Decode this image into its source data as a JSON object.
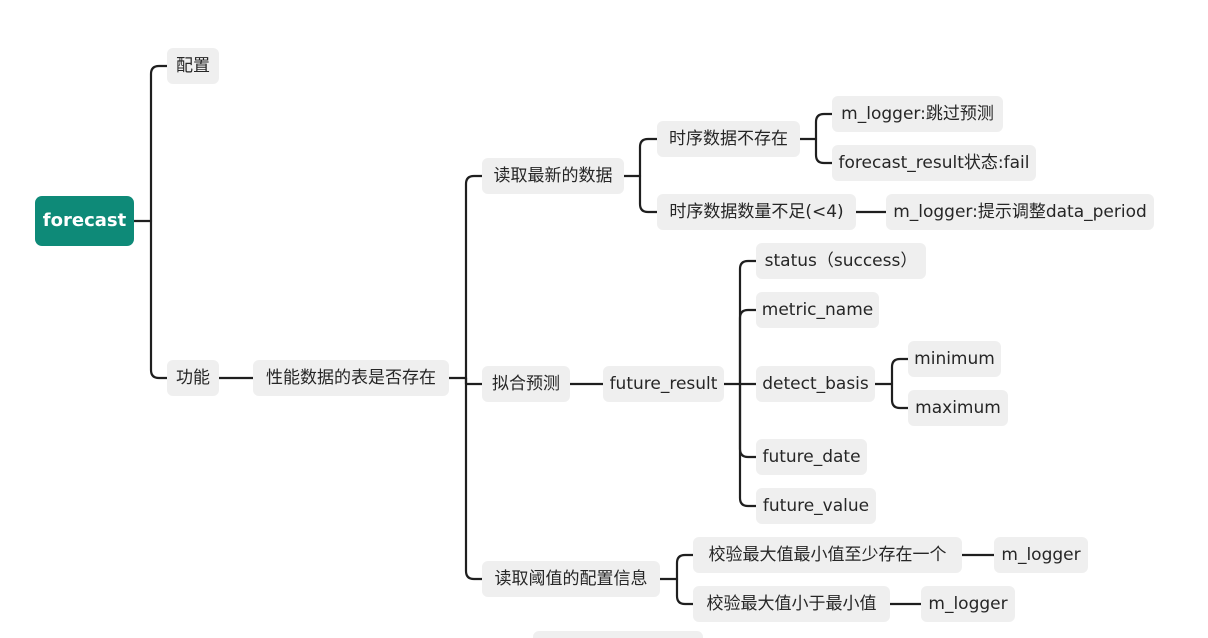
{
  "mindmap": {
    "root": {
      "label": "forecast"
    },
    "config": {
      "label": "配置"
    },
    "func": {
      "label": "功能"
    },
    "table_exists": {
      "label": "性能数据的表是否存在"
    },
    "read_latest": {
      "label": "读取最新的数据"
    },
    "ts_not_exist": {
      "label": "时序数据不存在"
    },
    "skip_predict": {
      "label": "m_logger:跳过预测"
    },
    "result_fail": {
      "label": "forecast_result状态:fail"
    },
    "ts_insufficient": {
      "label": "时序数据数量不足(<4)"
    },
    "hint_period": {
      "label": "m_logger:提示调整data_period"
    },
    "fit_predict": {
      "label": "拟合预测"
    },
    "future_result": {
      "label": "future_result"
    },
    "status": {
      "label": "status（success）"
    },
    "metric_name": {
      "label": "metric_name"
    },
    "detect_basis": {
      "label": "detect_basis"
    },
    "minimum": {
      "label": "minimum"
    },
    "maximum": {
      "label": "maximum"
    },
    "future_date": {
      "label": "future_date"
    },
    "future_value": {
      "label": "future_value"
    },
    "read_threshold": {
      "label": "读取阈值的配置信息"
    },
    "check_one": {
      "label": "校验最大值最小值至少存在一个"
    },
    "logger_one": {
      "label": "m_logger"
    },
    "check_max_min": {
      "label": "校验最大值小于最小值"
    },
    "logger_two": {
      "label": "m_logger"
    },
    "partial_node": {
      "label": ""
    }
  },
  "colors": {
    "root_fill": "#0e8a78",
    "node_fill": "#efefef",
    "link": "#1f1f1f"
  }
}
